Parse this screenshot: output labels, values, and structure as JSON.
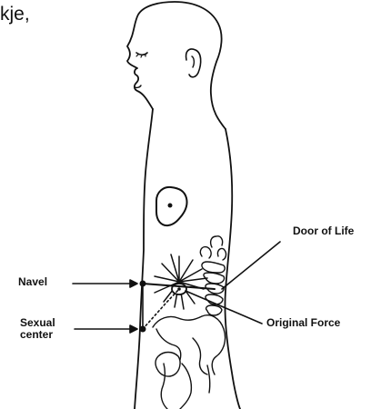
{
  "top_text_fragment": "kje,",
  "labels": {
    "navel": "Navel",
    "sexual_center_line1": "Sexual",
    "sexual_center_line2": "center",
    "door_of_life": "Door of Life",
    "original_force": "Original Force"
  },
  "colors": {
    "ink": "#111111",
    "background": "#ffffff"
  }
}
